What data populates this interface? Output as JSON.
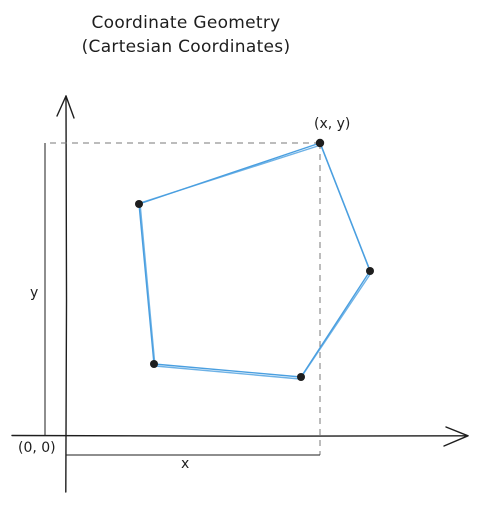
{
  "diagram": {
    "title_line1": "Coordinate Geometry",
    "title_line2": "(Cartesian Coordinates)",
    "point_label": "(x, y)",
    "origin_label": "(0, 0)",
    "x_measure_label": "x",
    "y_measure_label": "y",
    "polygon_color": "#4a9fe0",
    "vertex_count": 5
  }
}
